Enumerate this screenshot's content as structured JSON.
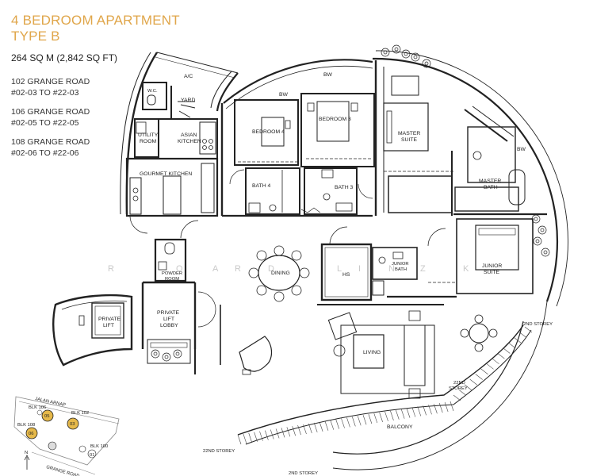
{
  "header": {
    "title_line1": "4 BEDROOM APARTMENT",
    "title_line2": "TYPE B",
    "area": "264 SQ M (2,842 SQ FT)",
    "addresses": [
      {
        "road": "102 GRANGE ROAD",
        "units": "#02-03 TO #22-03"
      },
      {
        "road": "106 GRANGE ROAD",
        "units": "#02-05 TO #22-05"
      },
      {
        "road": "108 GRANGE ROAD",
        "units": "#02-06 TO #22-06"
      }
    ]
  },
  "rooms": {
    "ac": "A/C",
    "wc": "W.C.",
    "yard": "YARD",
    "asian_kitchen_1": "ASIAN",
    "asian_kitchen_2": "KITCHEN",
    "utility_1": "UTILITY",
    "utility_2": "ROOM",
    "gourmet_kitchen": "GOURMET KITCHEN",
    "bw1": "BW",
    "bw2": "BW",
    "bw3": "BW",
    "bedroom4": "BEDROOM 4",
    "bedroom3": "BEDROOM 3",
    "master_suite_1": "MASTER",
    "master_suite_2": "SUITE",
    "master_bath_1": "MASTER",
    "master_bath_2": "BATH",
    "bath4": "BATH 4",
    "bath3": "BATH 3",
    "powder_1": "POWDER",
    "powder_2": "ROOM",
    "dining": "DINING",
    "hs": "HS",
    "junior_bath_1": "JUNIOR",
    "junior_bath_2": "BATH",
    "junior_suite_1": "JUNIOR",
    "junior_suite_2": "SUITE",
    "private_lift_1": "PRIVATE",
    "private_lift_2": "LIFT",
    "lift_lobby_1": "PRIVATE",
    "lift_lobby_2": "LIFT",
    "lift_lobby_3": "LOBBY",
    "living": "LIVING",
    "balcony": "BALCONY",
    "storey_2nd": "2ND STOREY",
    "storey_22nd_a": "22ND",
    "storey_22nd_b": "STOREY",
    "storey_22nd_c": "22ND STOREY",
    "storey_2nd_bottom": "2ND STOREY"
  },
  "watermark": [
    "R",
    "O",
    "A",
    "R",
    "D",
    "L",
    "I",
    "N",
    "Z",
    "K"
  ],
  "keyplan": {
    "jalan_arnap": "JALAN ARNAP",
    "grange_road": "GRANGE ROAD",
    "north": "N",
    "blk106": "BLK 106",
    "blk102": "BLK 102",
    "blk108": "BLK 108",
    "blk100": "BLK 100",
    "unit05": "05",
    "unit03": "03",
    "unit06": "06",
    "unit01": "01",
    "accent": "#e6b94a"
  }
}
